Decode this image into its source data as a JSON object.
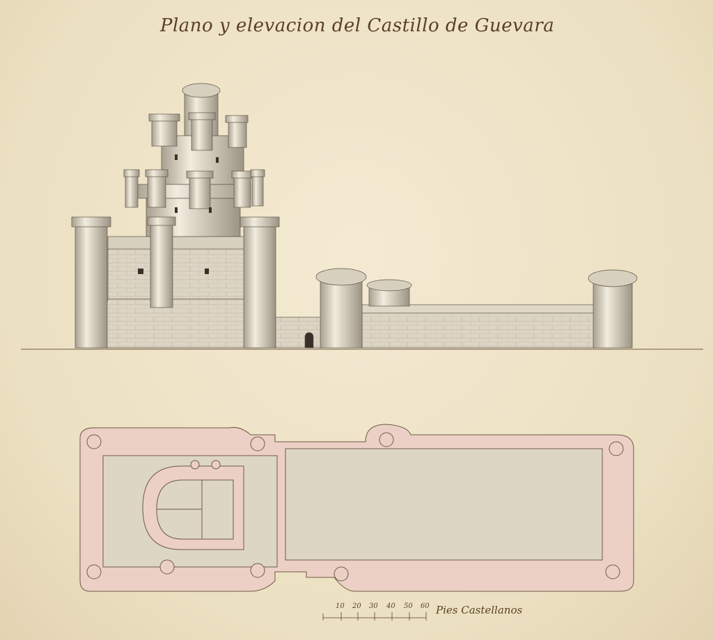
{
  "title": "Plano y elevacion del Castillo de Guevara",
  "scale": {
    "unit_label": "Pies Castellanos",
    "ticks": [
      "10",
      "20",
      "30",
      "40",
      "50",
      "60"
    ]
  },
  "colors": {
    "paper": "#eee4cc",
    "ink": "#5a3f22",
    "wall_pink": "#ecd0c6",
    "interior_gray": "#ddd6c4",
    "stone_shade": "#c9c0b0"
  }
}
